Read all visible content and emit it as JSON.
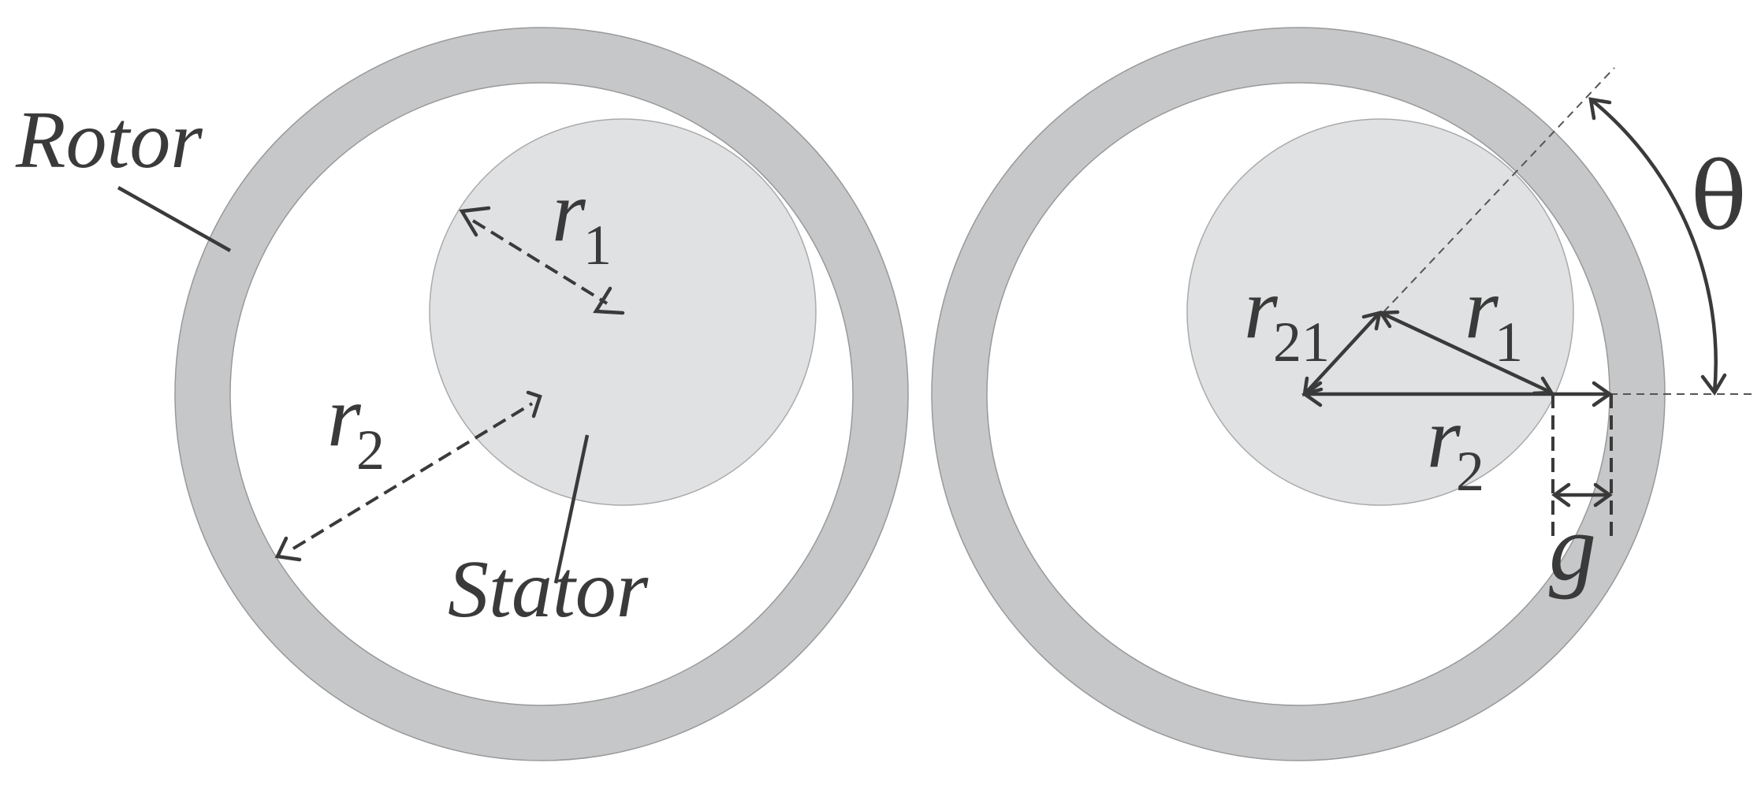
{
  "left_diagram": {
    "rotor_label": "Rotor",
    "stator_label": "Stator",
    "r1_label": {
      "main": "r",
      "sub": "1"
    },
    "r2_label": {
      "main": "r",
      "sub": "2"
    }
  },
  "right_diagram": {
    "r21_label": {
      "main": "r",
      "sub": "21"
    },
    "r1_label": {
      "main": "r",
      "sub": "1"
    },
    "r2_label": {
      "main": "r",
      "sub": "2"
    },
    "g_label": "g",
    "theta_label": "θ"
  },
  "colors": {
    "rotor_fill": "#c6c7c9",
    "stator_fill": "#e0e1e3",
    "ink": "#3a3a3a",
    "background": "#ffffff"
  }
}
